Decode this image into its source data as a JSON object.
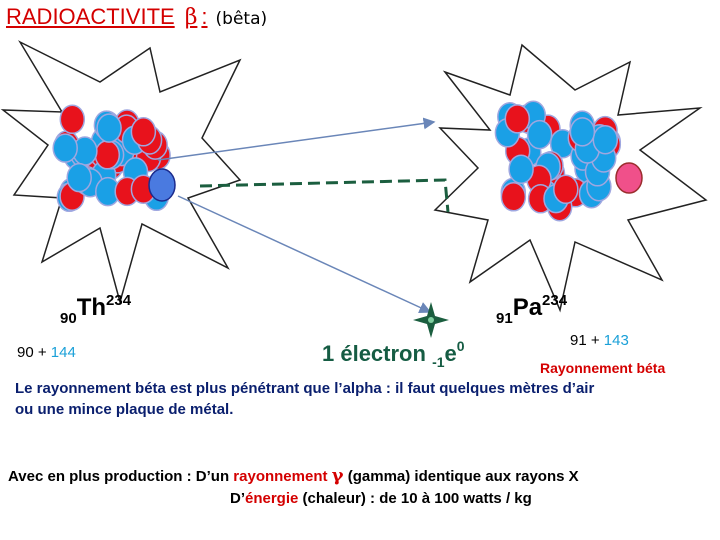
{
  "title": {
    "main": "RADIOACTIVITE",
    "beta_symbol": "β",
    "colon": ":",
    "subtitle": "(bêta)"
  },
  "parent": {
    "z": "90",
    "symbol": "Th",
    "a": "234",
    "counts_protons": "90",
    "counts_plus": "+",
    "counts_neutrons": "144"
  },
  "daughter": {
    "z": "91",
    "symbol": "Pa",
    "a": "234",
    "counts_protons": "91",
    "counts_plus": "+",
    "counts_neutrons": "143"
  },
  "electron": {
    "text": "1 électron",
    "sub": "-1",
    "symbol": "e",
    "sup": "0"
  },
  "radiation_label": "Rayonnement béta",
  "penetration": {
    "line1": "Le rayonnement béta est plus pénétrant que l’alpha : il faut quelques mètres d’air",
    "line2": "ou une mince plaque de métal."
  },
  "extra": {
    "l1_pre": "Avec en plus production : D’un",
    "l1_red": "rayonnement",
    "l1_gamma": "γ",
    "l1_post": "(gamma) identique aux rayons X",
    "l2_pre": "D’",
    "l2_red": "énergie",
    "l2_post": "(chaleur) : de 10 à 100 watts / kg"
  },
  "colors": {
    "title": "#d40000",
    "proton": "#e8121c",
    "neutron": "#1aa0e6",
    "ball_stroke": "#9fa7e0",
    "emitted_neutron": "#4a7ae0",
    "emitted_proton": "#f0508a",
    "electron_path": "#1b5e3f",
    "arrow": "#6a86b8",
    "star_stroke": "#222222"
  }
}
